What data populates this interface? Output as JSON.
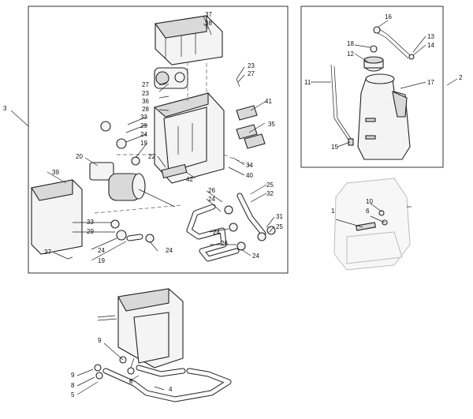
{
  "callouts": {
    "main": {
      "c37a": "37",
      "c38": "38",
      "c23a": "23",
      "c27a": "27",
      "c27b": "27",
      "c23b": "23",
      "c36": "36",
      "c28": "28",
      "c41": "41",
      "c33a": "33",
      "c29a": "29",
      "c24a": "24",
      "c19a": "19",
      "c35": "35",
      "c20": "20",
      "c22": "22",
      "c34": "34",
      "c40": "40",
      "c42": "42",
      "c39": "39",
      "c25a": "25",
      "c26a": "26",
      "c32": "32",
      "c24b": "24",
      "c31": "31",
      "c25b": "25",
      "c33b": "33",
      "c29b": "29",
      "c24c": "24",
      "c24d": "24",
      "c26b": "26",
      "c24e": "24",
      "c24f": "24",
      "c19b": "19",
      "c37b": "37",
      "c3": "3"
    },
    "bottle": {
      "c16": "16",
      "c13": "13",
      "c18": "18",
      "c14": "14",
      "c12": "12",
      "c11": "11",
      "c17": "17",
      "c15": "15",
      "c2": "2"
    },
    "cover": {
      "c10": "10",
      "c6": "6",
      "c1": "1"
    },
    "bottom": {
      "c9a": "9",
      "c9b": "9",
      "c8a": "8",
      "c8b": "8",
      "c5": "5",
      "c4": "4"
    }
  }
}
